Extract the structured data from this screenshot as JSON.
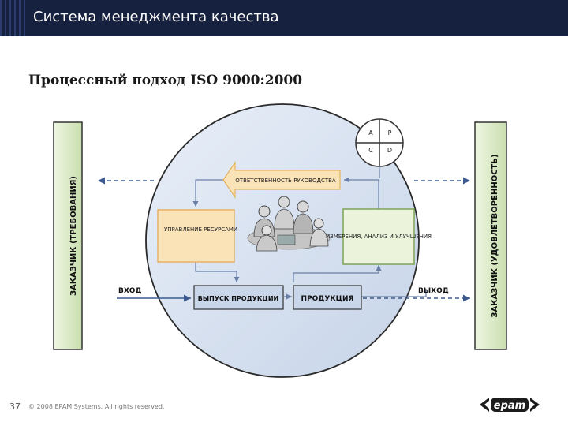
{
  "header": {
    "title": "Система менеджмента качества"
  },
  "subtitle": "Процессный подход ISO 9000:2000",
  "diagram": {
    "left_bar": "ЗАКАЗЧИК (ТРЕБОВАНИЯ)",
    "right_bar": "ЗАКАЗЧИК (УДОВЛЕТВОРЕННОСТЬ)",
    "pdca": {
      "a": "A",
      "p": "P",
      "c": "C",
      "d": "D"
    },
    "responsibility": "ОТВЕТСТВЕННОСТЬ РУКОВОДСТВА",
    "resources": "УПРАВЛЕНИЕ РЕСУРСАМИ",
    "measurement": "ИЗМЕРЕНИЯ, АНАЛИЗ И УЛУЧШЕНИЯ",
    "input": "ВХОД",
    "realization": "ВЫПУСК ПРОДУКЦИИ",
    "product": "ПРОДУКЦИЯ",
    "output": "ВЫХОД"
  },
  "footer": {
    "page_number": "37",
    "copyright": "© 2008 EPAM Systems. All rights reserved.",
    "logo_text": "epam"
  },
  "colors": {
    "header_bg": "#16203f",
    "bar_green": "#d8e8c0",
    "orange": "#fbe3b8",
    "green_box": "#ebf3da",
    "blue_box": "#c9d5e8",
    "circle": "#d7e1ef"
  }
}
